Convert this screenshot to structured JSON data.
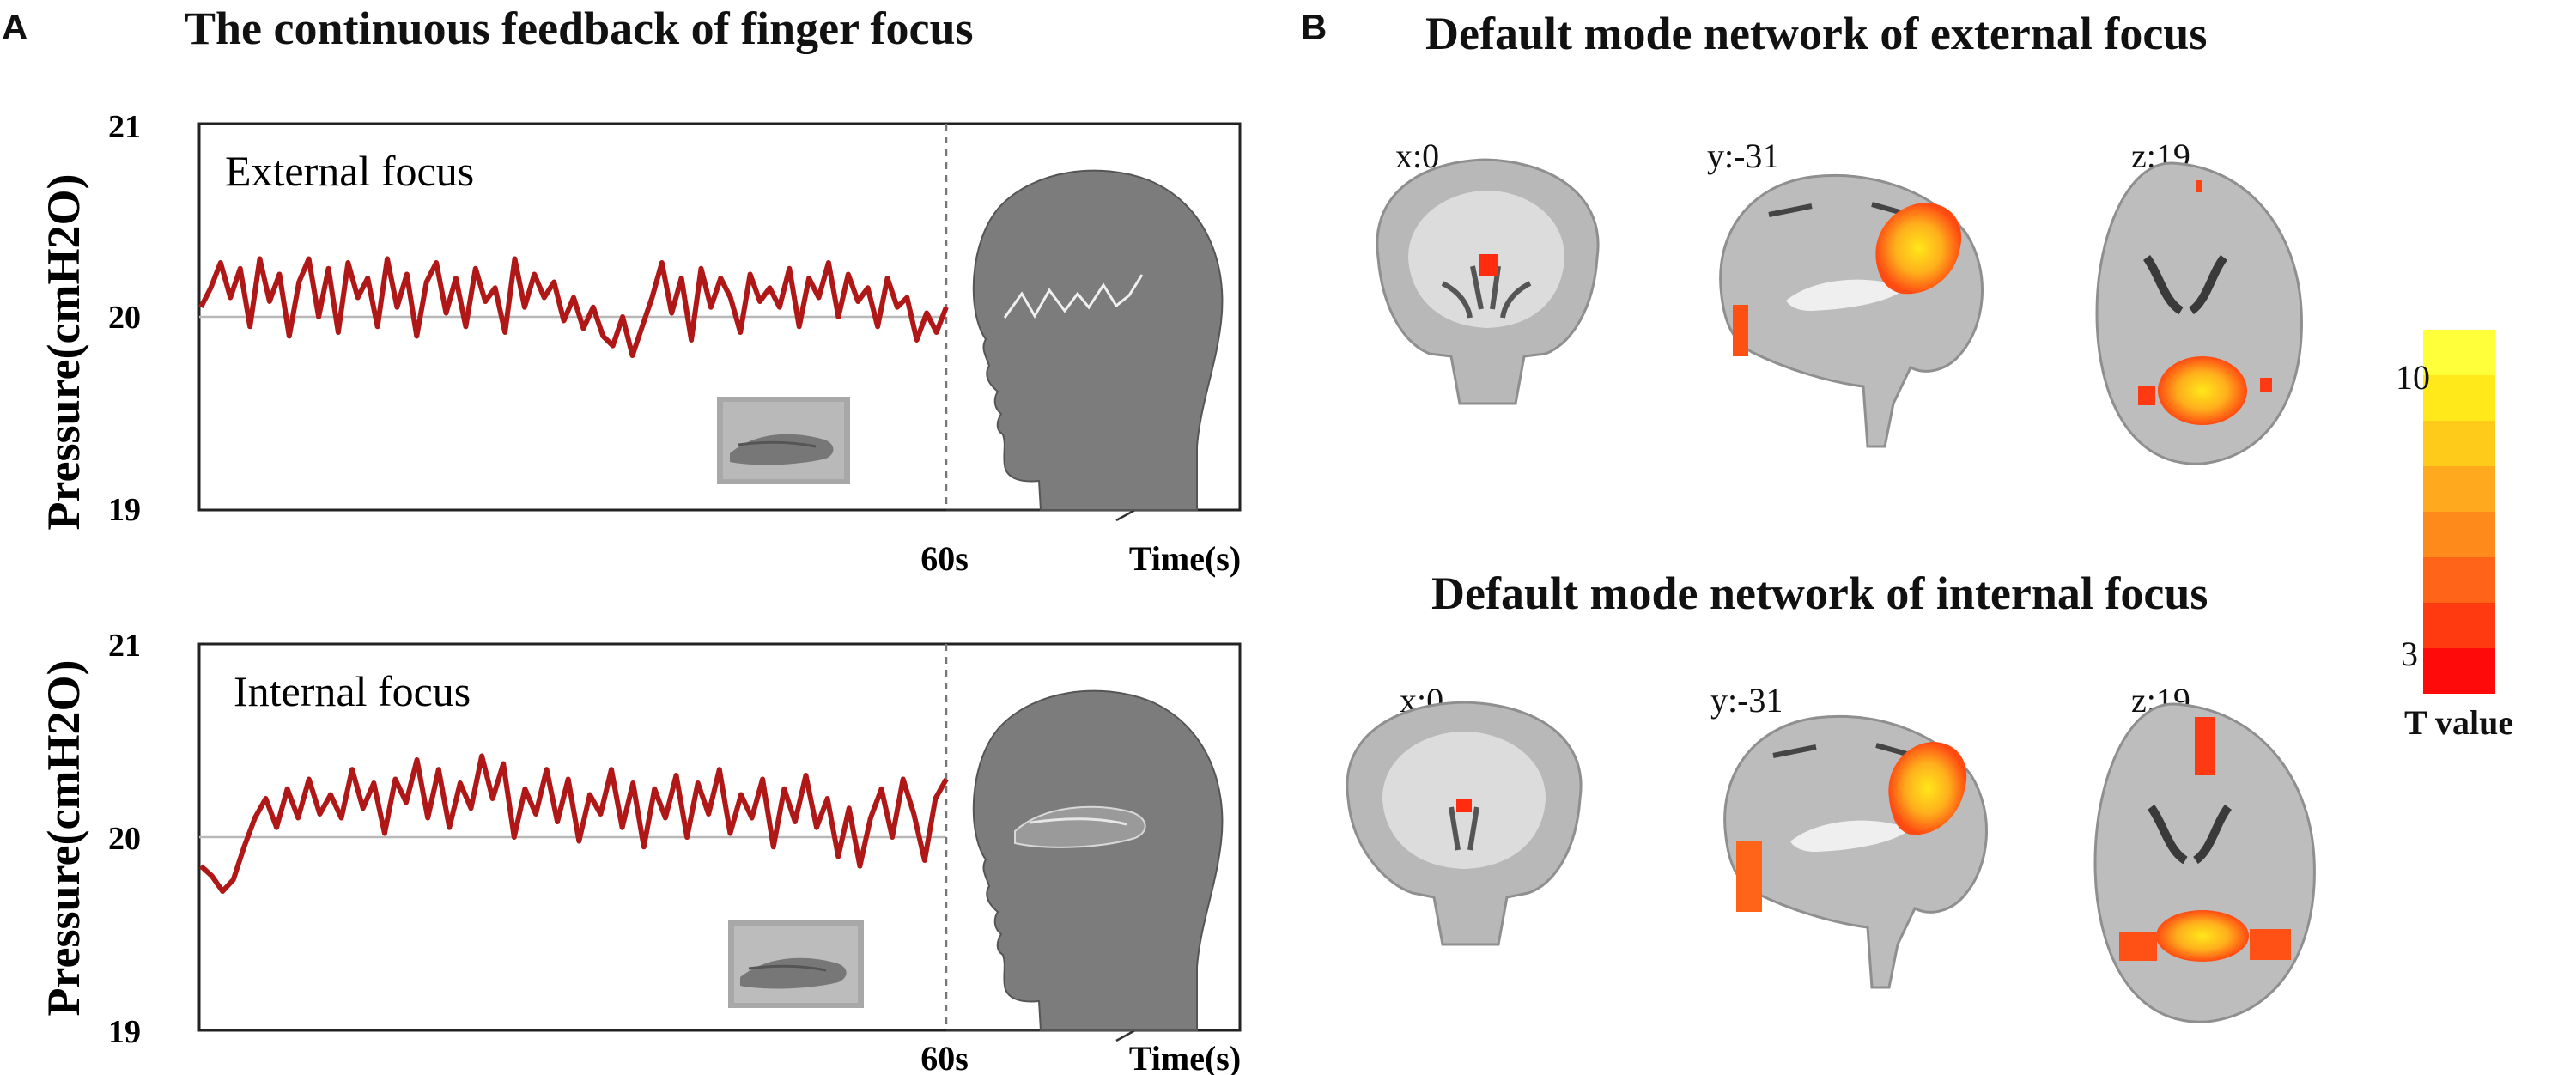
{
  "panel_a": {
    "letter": "A",
    "title": "The continuous feedback of finger focus"
  },
  "panel_b": {
    "letter": "B",
    "title_top": "Default mode network of external focus",
    "title_bottom": "Default mode network of internal focus",
    "coords": [
      "x:0",
      "y:-31",
      "z:19"
    ],
    "colorbar": {
      "label": "T value",
      "tick_high": "10",
      "tick_low": "3",
      "colors": [
        "#ff0a0a",
        "#ff3a10",
        "#ff6418",
        "#ff8a1c",
        "#ffaa1e",
        "#ffcb1a",
        "#ffe91a",
        "#ffff3a"
      ]
    }
  },
  "chart_data": [
    {
      "type": "line",
      "label": "External focus",
      "ylabel": "Pressure(cmH2O)",
      "xlabel": "Time(s)",
      "ylim": [
        19,
        21
      ],
      "yticks": [
        "21",
        "20",
        "19"
      ],
      "xtick_label": "60s",
      "x_range_s": [
        0,
        60
      ],
      "line_color": "#b01818",
      "series": [
        {
          "values": [
            20.05,
            20.15,
            20.28,
            20.1,
            20.25,
            19.95,
            20.3,
            20.08,
            20.22,
            19.9,
            20.18,
            20.3,
            20.0,
            20.25,
            19.92,
            20.28,
            20.1,
            20.2,
            19.95,
            20.3,
            20.05,
            20.22,
            19.9,
            20.18,
            20.28,
            20.02,
            20.2,
            19.95,
            20.25,
            20.08,
            20.15,
            19.92,
            20.3,
            20.05,
            20.22,
            20.1,
            20.18,
            19.98,
            20.1,
            19.94,
            20.05,
            19.9,
            19.85,
            20.0,
            19.8,
            19.95,
            20.1,
            20.28,
            20.02,
            20.2,
            19.88,
            20.25,
            20.05,
            20.2,
            20.1,
            19.92,
            20.22,
            20.08,
            20.15,
            20.05,
            20.25,
            19.95,
            20.2,
            20.1,
            20.28,
            20.0,
            20.22,
            20.08,
            20.15,
            19.95,
            20.2,
            20.05,
            20.1,
            19.88,
            20.02,
            19.92,
            20.05
          ]
        }
      ]
    },
    {
      "type": "line",
      "label": "Internal focus",
      "ylabel": "Pressure(cmH2O)",
      "xlabel": "Time(s)",
      "ylim": [
        19,
        21
      ],
      "yticks": [
        "21",
        "20",
        "19"
      ],
      "xtick_label": "60s",
      "x_range_s": [
        0,
        60
      ],
      "line_color": "#b01818",
      "series": [
        {
          "values": [
            19.85,
            19.8,
            19.72,
            19.78,
            19.95,
            20.1,
            20.2,
            20.05,
            20.25,
            20.1,
            20.3,
            20.12,
            20.22,
            20.1,
            20.35,
            20.15,
            20.28,
            20.02,
            20.3,
            20.18,
            20.4,
            20.1,
            20.35,
            20.05,
            20.28,
            20.15,
            20.42,
            20.2,
            20.38,
            20.0,
            20.25,
            20.12,
            20.35,
            20.08,
            20.3,
            19.98,
            20.22,
            20.12,
            20.35,
            20.05,
            20.28,
            19.95,
            20.25,
            20.1,
            20.32,
            20.0,
            20.28,
            20.12,
            20.35,
            20.02,
            20.22,
            20.1,
            20.3,
            19.95,
            20.25,
            20.08,
            20.32,
            20.05,
            20.2,
            19.9,
            20.15,
            19.85,
            20.1,
            20.25,
            20.0,
            20.3,
            20.12,
            19.88,
            20.2,
            20.3
          ]
        }
      ]
    }
  ]
}
